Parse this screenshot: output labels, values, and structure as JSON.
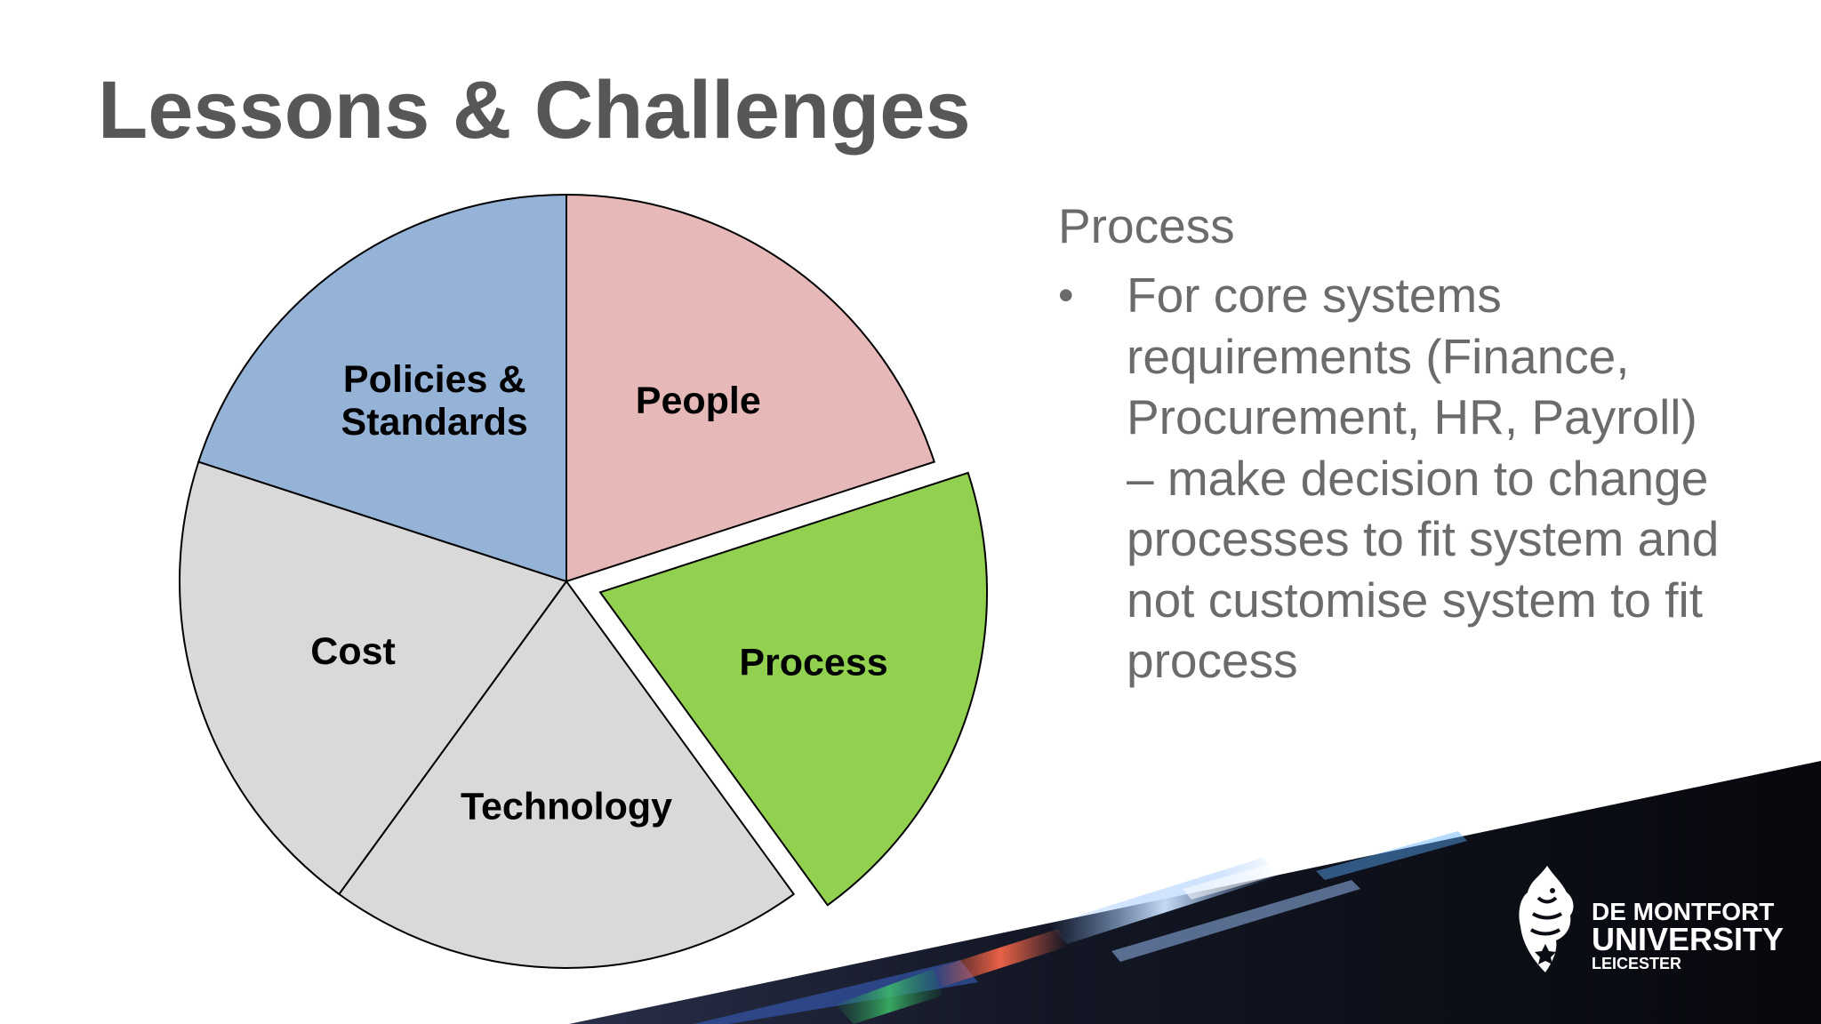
{
  "slide": {
    "title": "Lessons & Challenges"
  },
  "chart_data": {
    "type": "pie",
    "title": "",
    "slices": [
      {
        "label": "People",
        "value": 20,
        "color": "#e6b9b8",
        "exploded": false
      },
      {
        "label": "Process",
        "value": 20,
        "color": "#92d050",
        "exploded": true
      },
      {
        "label": "Technology",
        "value": 20,
        "color": "#d9d9d9",
        "exploded": false
      },
      {
        "label": "Cost",
        "value": 20,
        "color": "#d9d9d9",
        "exploded": false
      },
      {
        "label": "Policies & Standards",
        "value": 20,
        "color": "#95b3d7",
        "exploded": false
      }
    ],
    "label_lines": {
      "Policies & Standards": [
        "Policies &",
        "Standards"
      ]
    }
  },
  "text_panel": {
    "heading": "Process",
    "bullet_symbol": "•",
    "bullet_lines": [
      "For core systems",
      "requirements (Finance,",
      "Procurement, HR, Payroll)",
      "– make decision to change",
      "processes to fit system and",
      "not customise system to fit",
      "process"
    ]
  },
  "logo": {
    "line1": "DE MONTFORT",
    "line2": "UNIVERSITY",
    "line3": "LEICESTER"
  }
}
